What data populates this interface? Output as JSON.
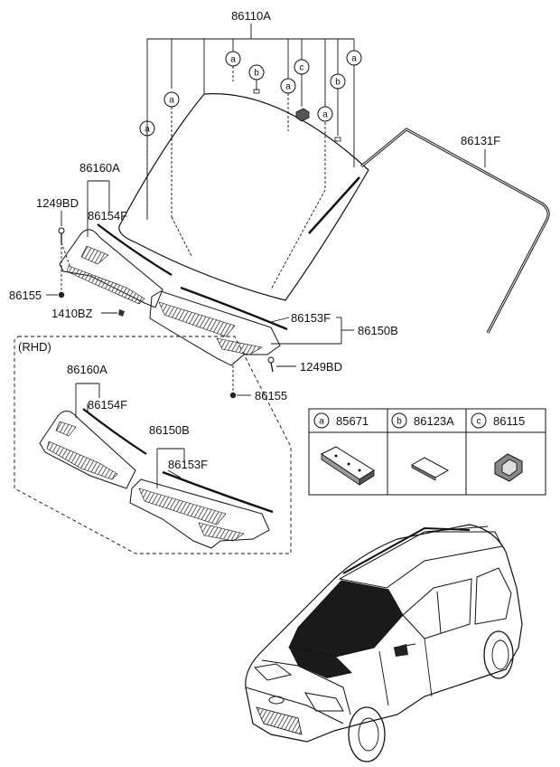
{
  "labels": {
    "p86110A": "86110A",
    "p86131F": "86131F",
    "p86160A": "86160A",
    "p1249BD_left": "1249BD",
    "p86154F": "86154F",
    "p86155_left": "86155",
    "p1410BZ": "1410BZ",
    "p86153F": "86153F",
    "p86150B": "86150B",
    "p1249BD_right": "1249BD",
    "p86155_right": "86155",
    "rhd": "(RHD)",
    "rhd_86160A": "86160A",
    "rhd_86154F": "86154F",
    "rhd_86150B": "86150B",
    "rhd_86153F": "86153F"
  },
  "callouts": {
    "a": "a",
    "b": "b",
    "c": "c"
  },
  "legend": [
    {
      "letter": "a",
      "part": "85671"
    },
    {
      "letter": "b",
      "part": "86123A"
    },
    {
      "letter": "c",
      "part": "86115"
    }
  ],
  "colors": {
    "line": "#111111",
    "glass_tint": "#1a1a1a",
    "hatch": "#333333"
  }
}
